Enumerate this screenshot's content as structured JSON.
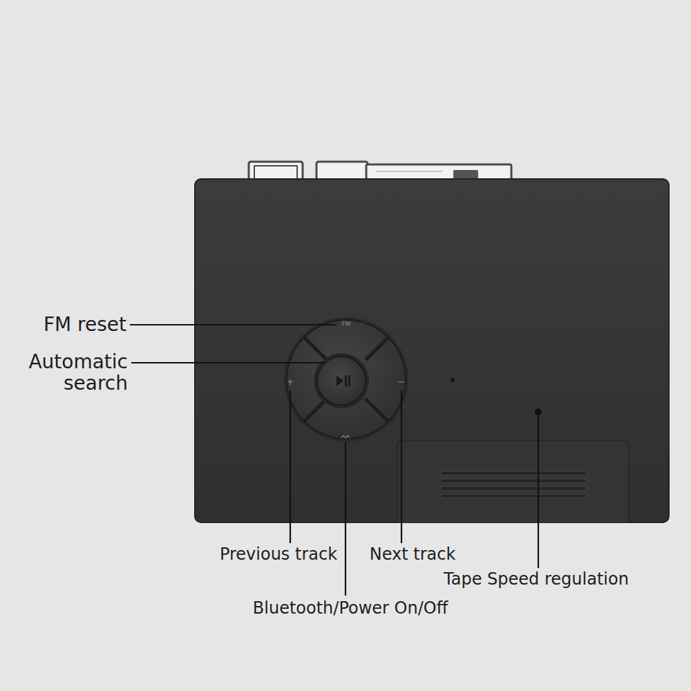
{
  "diagram": {
    "labels": [
      "FM reset",
      "FM",
      "Automatic search",
      "+",
      "−",
      "Previous track",
      "Next track",
      "Tape Speed regulation",
      "Bluetooth/Power On/Off"
    ]
  }
}
